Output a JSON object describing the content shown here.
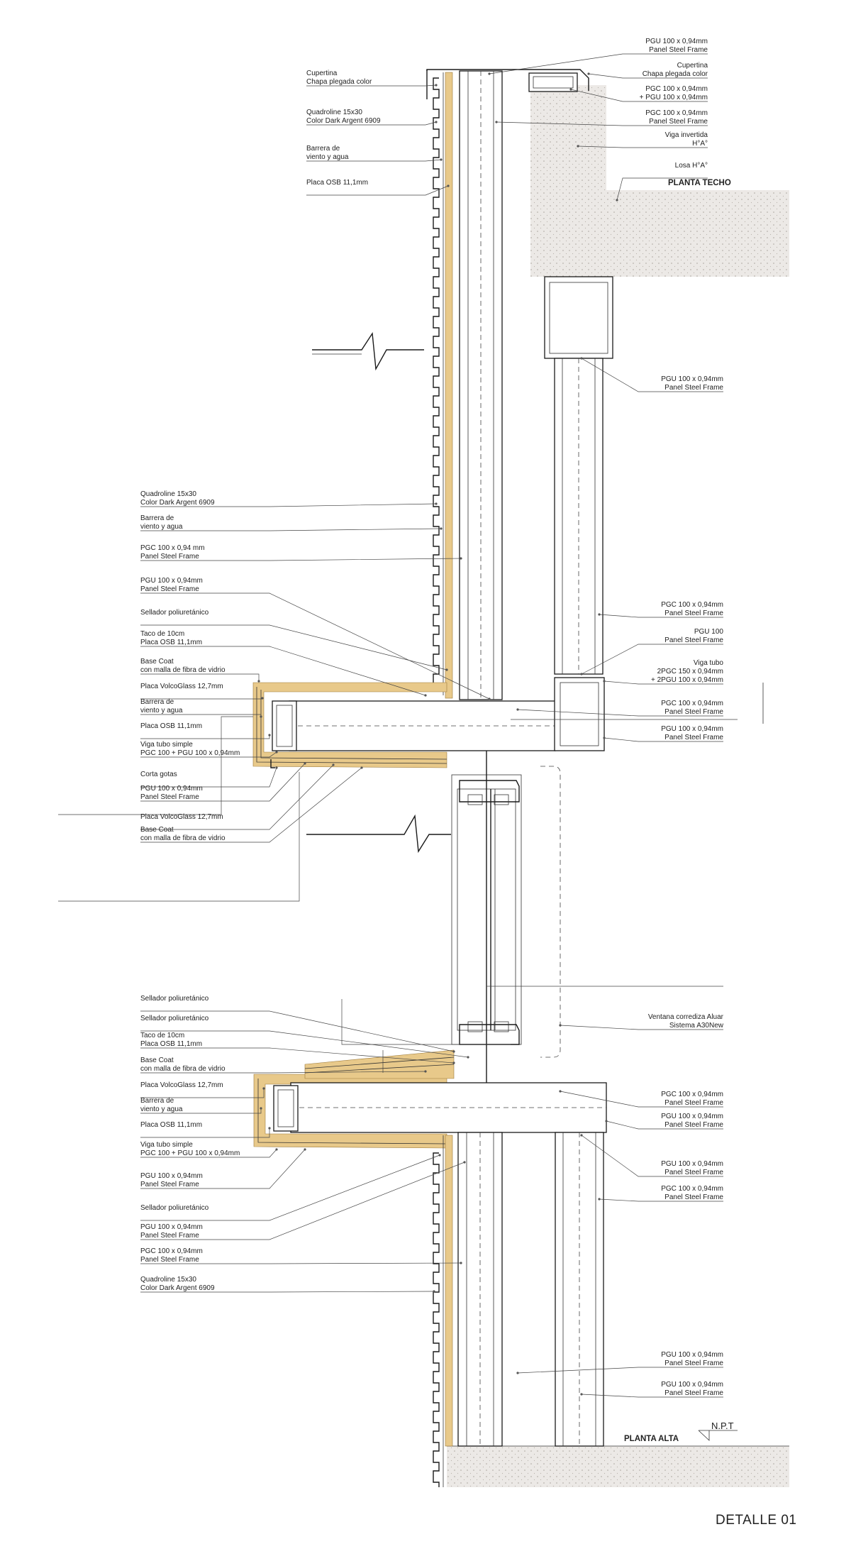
{
  "title": "DETALLE 01",
  "levels": {
    "plantatecho": "PLANTA TECHO",
    "plantaalta": "PLANTA ALTA",
    "npt": "N.P.T"
  },
  "colors": {
    "concrete": "#ece9e6",
    "osb": "#e8c98a",
    "line": "#1a1a1a",
    "label": "#222222"
  },
  "labels_left": [
    {
      "l1": "Cupertina",
      "l2": "Chapa plegada color"
    },
    {
      "l1": "Quadroline 15x30",
      "l2": "Color Dark Argent 6909"
    },
    {
      "l1": "Barrera de",
      "l2": "viento y agua"
    },
    {
      "l1": "Placa OSB 11,1mm",
      "l2": ""
    },
    {
      "l1": "Quadroline 15x30",
      "l2": "Color Dark Argent 6909"
    },
    {
      "l1": "Barrera de",
      "l2": "viento y agua"
    },
    {
      "l1": "PGC 100 x 0,94 mm",
      "l2": "Panel Steel Frame"
    },
    {
      "l1": "PGU 100 x 0,94mm",
      "l2": "Panel Steel Frame"
    },
    {
      "l1": "Sellador poliuretánico",
      "l2": ""
    },
    {
      "l1": "Taco de 10cm",
      "l2": "Placa OSB 11,1mm"
    },
    {
      "l1": "Base Coat",
      "l2": "con malla de fibra de vidrio"
    },
    {
      "l1": "Placa VolcoGlass 12,7mm",
      "l2": ""
    },
    {
      "l1": "Barrera de",
      "l2": "viento y agua"
    },
    {
      "l1": "Placa OSB 11,1mm",
      "l2": ""
    },
    {
      "l1": "Viga tubo simple",
      "l2": "PGC 100 + PGU 100 x 0,94mm"
    },
    {
      "l1": "Corta gotas",
      "l2": ""
    },
    {
      "l1": "PGU 100 x 0,94mm",
      "l2": "Panel Steel Frame"
    },
    {
      "l1": "Placa VolcoGlass 12,7mm",
      "l2": ""
    },
    {
      "l1": "Base Coat",
      "l2": "con malla de fibra de vidrio"
    },
    {
      "l1": "Sellador poliuretánico",
      "l2": ""
    },
    {
      "l1": "Sellador poliuretánico",
      "l2": ""
    },
    {
      "l1": "Taco de 10cm",
      "l2": "Placa OSB 11,1mm"
    },
    {
      "l1": "Base Coat",
      "l2": "con malla de fibra de vidrio"
    },
    {
      "l1": "Placa VolcoGlass 12,7mm",
      "l2": ""
    },
    {
      "l1": "Barrera de",
      "l2": "viento y agua"
    },
    {
      "l1": "Placa OSB 11,1mm",
      "l2": ""
    },
    {
      "l1": "Viga tubo simple",
      "l2": "PGC 100 + PGU 100 x 0,94mm"
    },
    {
      "l1": "PGU 100 x 0,94mm",
      "l2": "Panel Steel Frame"
    },
    {
      "l1": "Sellador poliuretánico",
      "l2": ""
    },
    {
      "l1": "PGU 100 x 0,94mm",
      "l2": "Panel Steel Frame"
    },
    {
      "l1": "PGC 100 x 0,94mm",
      "l2": "Panel Steel Frame"
    },
    {
      "l1": "Quadroline 15x30",
      "l2": "Color Dark Argent 6909"
    }
  ],
  "labels_right": [
    {
      "l1": "PGU 100 x 0,94mm",
      "l2": "Panel Steel Frame",
      "l3": ""
    },
    {
      "l1": "Cupertina",
      "l2": "Chapa plegada color",
      "l3": ""
    },
    {
      "l1": "PGC 100 x 0,94mm",
      "l2": "+ PGU 100 x 0,94mm",
      "l3": ""
    },
    {
      "l1": "PGC 100 x 0,94mm",
      "l2": "Panel Steel Frame",
      "l3": ""
    },
    {
      "l1": "Viga invertida",
      "l2": "H°A°",
      "l3": ""
    },
    {
      "l1": "Losa H°A°",
      "l2": "",
      "l3": ""
    },
    {
      "l1": "PGU 100 x 0,94mm",
      "l2": "Panel Steel Frame",
      "l3": ""
    },
    {
      "l1": "PGC 100 x 0,94mm",
      "l2": "Panel Steel Frame",
      "l3": ""
    },
    {
      "l1": "PGU 100",
      "l2": "Panel Steel Frame",
      "l3": ""
    },
    {
      "l1": "Viga tubo",
      "l2": "2PGC 150 x 0,94mm",
      "l3": "+ 2PGU 100 x 0,94mm"
    },
    {
      "l1": "PGC 100 x 0,94mm",
      "l2": "Panel Steel Frame",
      "l3": ""
    },
    {
      "l1": "PGU 100 x 0,94mm",
      "l2": "Panel Steel Frame",
      "l3": ""
    },
    {
      "l1": "Ventana corrediza Aluar",
      "l2": "Sistema A30New",
      "l3": ""
    },
    {
      "l1": "PGC 100 x 0,94mm",
      "l2": "Panel Steel Frame",
      "l3": ""
    },
    {
      "l1": "PGU 100 x 0,94mm",
      "l2": "Panel Steel Frame",
      "l3": ""
    },
    {
      "l1": "PGU 100 x 0,94mm",
      "l2": "Panel Steel Frame",
      "l3": ""
    },
    {
      "l1": "PGC 100 x 0,94mm",
      "l2": "Panel Steel Frame",
      "l3": ""
    },
    {
      "l1": "PGU 100 x 0,94mm",
      "l2": "Panel Steel Frame",
      "l3": ""
    },
    {
      "l1": "PGU 100 x 0,94mm",
      "l2": "Panel Steel Frame",
      "l3": ""
    }
  ]
}
